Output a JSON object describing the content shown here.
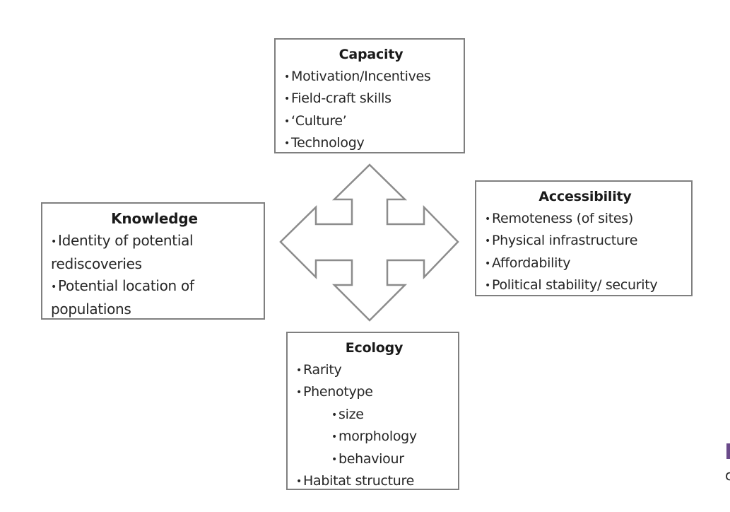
{
  "diagram": {
    "type": "four-way-factor-diagram",
    "center_icon": "quad-arrow-icon",
    "colors": {
      "border": "#7f7f7f",
      "arrow_stroke": "#8c8c8c",
      "text": "#262626"
    },
    "boxes": {
      "capacity": {
        "title": "Capacity",
        "items": [
          "Motivation/Incentives",
          "Field-craft skills",
          "‘Culture’",
          "Technology"
        ]
      },
      "knowledge": {
        "title": "Knowledge",
        "items": [
          "Identity of potential rediscoveries",
          "Potential location of populations"
        ]
      },
      "accessibility": {
        "title": "Accessibility",
        "items": [
          "Remoteness (of sites)",
          "Physical infrastructure",
          "Affordability",
          "Political stability/ security"
        ]
      },
      "ecology": {
        "title": "Ecology",
        "items": [
          "Rarity",
          "Phenotype",
          "size",
          "morphology",
          "behaviour",
          "Habitat structure"
        ]
      }
    },
    "bullet": "•",
    "edge_fragment_char": "c"
  }
}
